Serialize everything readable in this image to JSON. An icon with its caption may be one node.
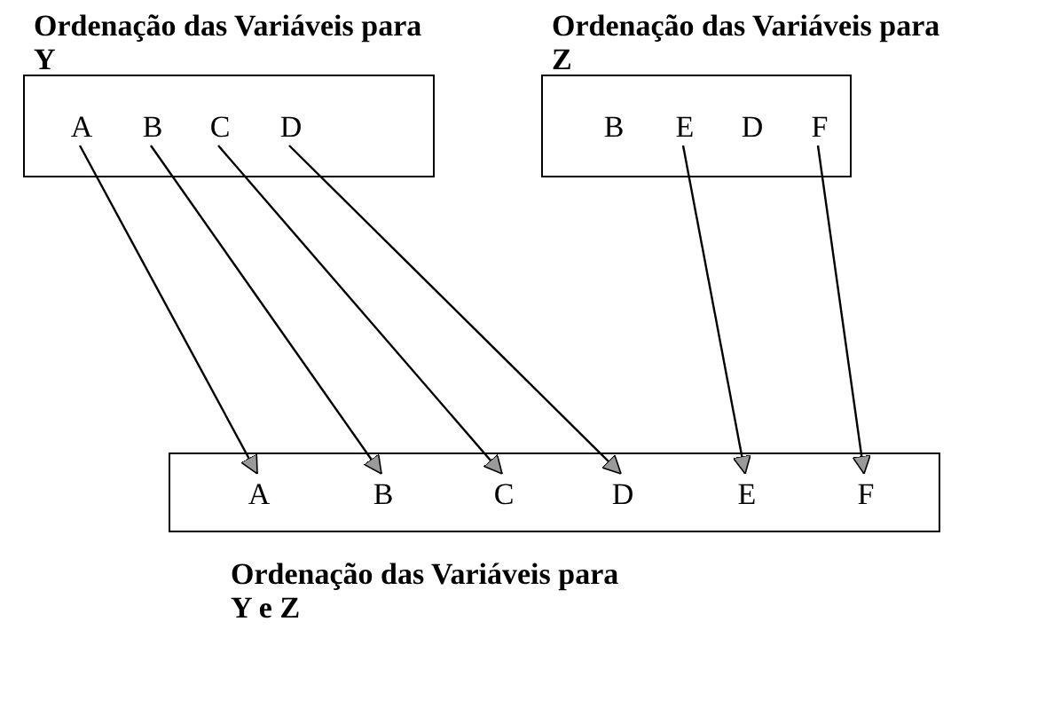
{
  "diagram": {
    "nodes": [
      {
        "text": [
          "Ordenação das Variáveis para Y"
        ]
      },
      {
        "text": [
          "A"
        ],
        "in": 0
      },
      {
        "text": [
          "B"
        ],
        "in": 0
      },
      {
        "text": [
          "C"
        ],
        "in": 0
      },
      {
        "text": [
          "D"
        ],
        "in": 0
      },
      {
        "text": [
          "Ordenação das Variáveis para Z"
        ]
      },
      {
        "text": [
          "B"
        ],
        "in": 5
      },
      {
        "text": [
          "E"
        ],
        "in": 5
      },
      {
        "text": [
          "D"
        ],
        "in": 5
      },
      {
        "text": [
          "F"
        ],
        "in": 5
      },
      {
        "text": [
          "Ordenação das Variáveis para Y e Z"
        ]
      },
      {
        "text": [
          "A"
        ],
        "in": 10
      },
      {
        "text": [
          "B"
        ],
        "in": 10
      },
      {
        "text": [
          "C"
        ],
        "in": 10
      },
      {
        "text": [
          "D"
        ],
        "in": 10
      },
      {
        "text": [
          "E"
        ],
        "in": 10
      },
      {
        "text": [
          "F"
        ],
        "in": 10
      }
    ],
    "edges": [
      {
        "from": 1,
        "to": 11,
        "arrow": "to"
      },
      {
        "from": 2,
        "to": 12,
        "arrow": "to"
      },
      {
        "from": 3,
        "to": 13,
        "arrow": "to"
      },
      {
        "from": 4,
        "to": 14,
        "arrow": "to"
      },
      {
        "from": 7,
        "to": 15,
        "arrow": "to"
      },
      {
        "from": 9,
        "to": 16,
        "arrow": "to"
      }
    ]
  }
}
